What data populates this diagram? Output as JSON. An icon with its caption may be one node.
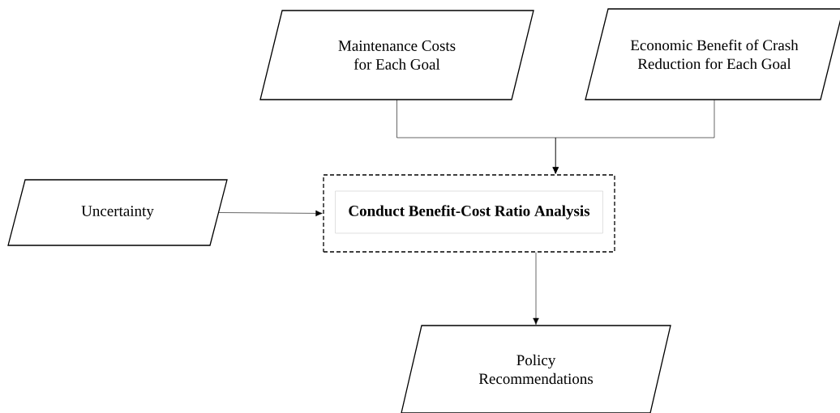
{
  "diagram": {
    "nodes": [
      {
        "text": [
          "Maintenance Costs for Each Goal"
        ]
      },
      {
        "text": [
          "Economic Benefit of Crash Reduction for Each Goal"
        ]
      },
      {
        "text": [
          "Uncertainty"
        ]
      },
      {
        "text": [],
        "shape": "box"
      },
      {
        "text": [
          "Conduct Benefit-Cost Ratio Analysis"
        ],
        "in": 3
      },
      {
        "text": [
          "Policy Recommendations"
        ]
      }
    ],
    "edges": [
      {
        "from": 0,
        "to": 3,
        "arrow": "to"
      },
      {
        "from": 1,
        "to": 3,
        "arrow": "to"
      },
      {
        "from": 2,
        "to": 3,
        "arrow": "to"
      },
      {
        "from": 3,
        "to": 5,
        "arrow": "to"
      }
    ]
  }
}
